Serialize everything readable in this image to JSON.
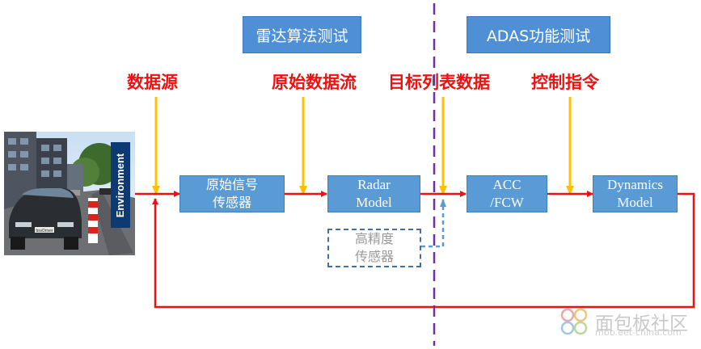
{
  "headers": {
    "left": "雷达算法测试",
    "right": "ADAS功能测试"
  },
  "labels": {
    "data_source": "数据源",
    "raw_stream": "原始数据流",
    "target_list": "目标列表数据",
    "control_cmd": "控制指令"
  },
  "boxes": {
    "raw_sensor": [
      "原始信号",
      "传感器"
    ],
    "radar_model": [
      "Radar",
      "Model"
    ],
    "acc_fcw": [
      "ACC",
      "/FCW"
    ],
    "dynamics": [
      "Dynamics",
      "Model"
    ],
    "hd_sensor": [
      "高精度",
      "传感器"
    ]
  },
  "environment": {
    "label": "Environment",
    "plate": "bsvDriver"
  },
  "watermark": {
    "text": "面包板社区",
    "url": "mbb.eet-china.com"
  },
  "colors": {
    "flow_line": "#ee1111",
    "inject_arrow": "#ffc000",
    "divider": "#7030a0",
    "box_fill": "#5b9bd5",
    "header_fill": "#4f8fd6"
  }
}
